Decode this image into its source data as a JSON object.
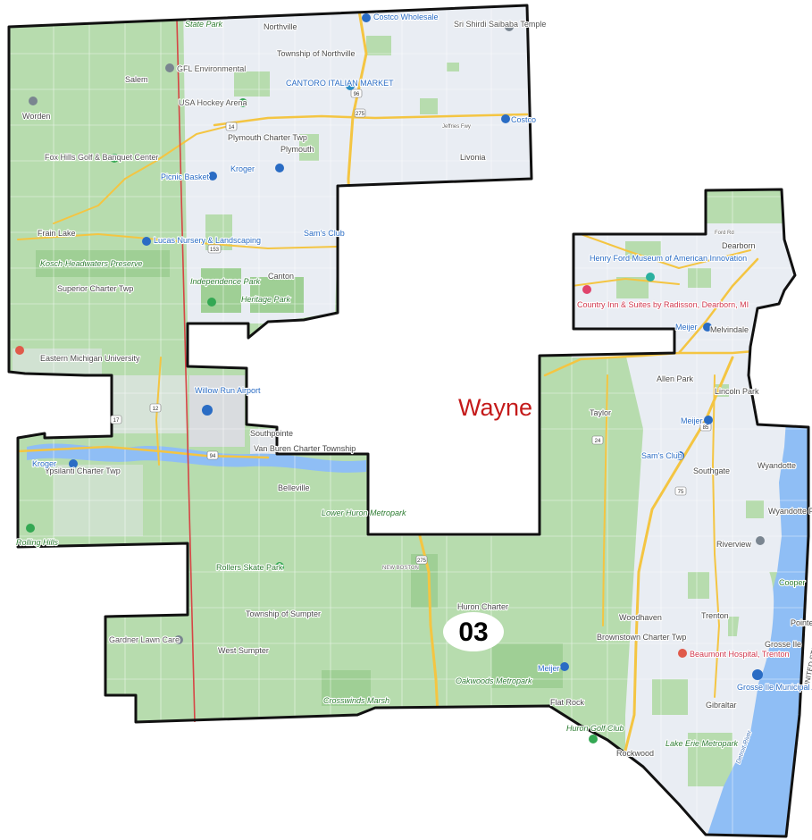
{
  "county_label": "Wayne",
  "district_badge": "03",
  "colors": {
    "district_fill": "#b7dcae",
    "outside_fill": "#e9edf3",
    "water": "#8fbef5",
    "highway": "#f4c542",
    "boundary": "#111111",
    "county_line": "#d64545",
    "county_text": "#c41a1a"
  },
  "places": [
    "Northville",
    "Township of Northville",
    "Salem",
    "Worden",
    "Plymouth Charter Twp",
    "Plymouth",
    "Livonia",
    "Frain Lake",
    "Canton",
    "Superior Charter Twp",
    "Eastern Michigan University",
    "Dearborn",
    "Melvindale",
    "Allen Park",
    "Lincoln Park",
    "Taylor",
    "Southgate",
    "Wyandotte",
    "Riverview",
    "Woodhaven",
    "Brownstown Charter Twp",
    "Trenton",
    "Grosse Ile",
    "Gibraltar",
    "Flat Rock",
    "Rockwood",
    "Huron Charter",
    "Township of Sumpter",
    "West Sumpter",
    "Belleville",
    "Van Buren Charter Township",
    "Southpointe",
    "Ypsilanti Charter Twp",
    "Wyandotte Point",
    "NEW BOSTON",
    "Pointe",
    "Cooper",
    "UNITED STATES"
  ],
  "pois": [
    "State Park",
    "Costco Wholesale",
    "Sri Shirdi Saibaba Temple",
    "GFL Environmental",
    "CANTORO ITALIAN MARKET",
    "USA Hockey Arena",
    "Costco",
    "Fox Hills Golf & Banquet Center",
    "Kroger",
    "Picnic Basket",
    "Lucas Nursery & Landscaping",
    "Sam's Club",
    "Henry Ford Museum of American Innovation",
    "Country Inn & Suites by Radisson, Dearborn, MI",
    "Meijer",
    "Willow Run Airport",
    "Rollers Skate Park",
    "Gardner Lawn Care",
    "Beaumont Hospital, Trenton",
    "Grosse Ile Municipal Airport",
    "Oakwoods Metropark",
    "Lower Huron Metropark",
    "Crosswinds Marsh",
    "Lake Erie Metropark",
    "Heritage Park",
    "Independence Park",
    "Kosch-Headwaters Preserve",
    "Huron Golf Club",
    "Rolling Hills"
  ],
  "roads": [
    "Jeffries Fwy",
    "Ford Rd"
  ],
  "shields": [
    "275",
    "96",
    "14",
    "153",
    "94",
    "12",
    "17",
    "24",
    "75",
    "85"
  ],
  "water_labels": [
    "Detroit River"
  ]
}
